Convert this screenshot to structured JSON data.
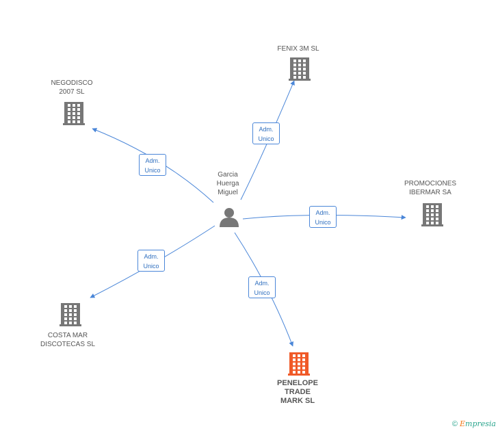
{
  "center": {
    "label": "Garcia\nHuerga\nMiguel",
    "icon": "person-icon"
  },
  "companies": [
    {
      "id": "fenix",
      "label": "FENIX 3M SL",
      "icon": "building-icon",
      "color": "#777777"
    },
    {
      "id": "negodisco",
      "label": "NEGODISCO\n2007 SL",
      "icon": "building-icon",
      "color": "#777777"
    },
    {
      "id": "promociones",
      "label": "PROMOCIONES\nIBERMAR SA",
      "icon": "building-icon",
      "color": "#777777"
    },
    {
      "id": "costa",
      "label": "COSTA MAR\nDISCOTECAS SL",
      "icon": "building-icon",
      "color": "#777777"
    },
    {
      "id": "penelope",
      "label": "PENELOPE\nTRADE\nMARK SL",
      "icon": "building-icon",
      "color": "#f05a28"
    }
  ],
  "edges": [
    {
      "to": "fenix",
      "label": "Adm.\nUnico"
    },
    {
      "to": "negodisco",
      "label": "Adm.\nUnico"
    },
    {
      "to": "promociones",
      "label": "Adm.\nUnico"
    },
    {
      "to": "costa",
      "label": "Adm.\nUnico"
    },
    {
      "to": "penelope",
      "label": "Adm.\nUnico"
    }
  ],
  "colors": {
    "edge": "#4a86d8",
    "node": "#777777",
    "highlight": "#f05a28"
  },
  "footer": {
    "copyright": "©",
    "brand_initial": "E",
    "brand_rest": "mpresia"
  }
}
